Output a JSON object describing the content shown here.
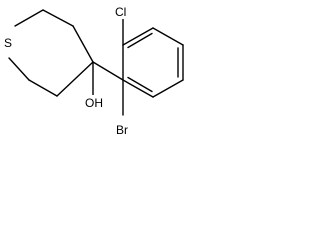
{
  "molecule": {
    "atom_labels": {
      "sulfur": "S",
      "chlorine": "Cl",
      "hydroxyl": "OH",
      "bromine": "Br"
    },
    "bond_color": "#000000",
    "background_color": "#ffffff"
  }
}
